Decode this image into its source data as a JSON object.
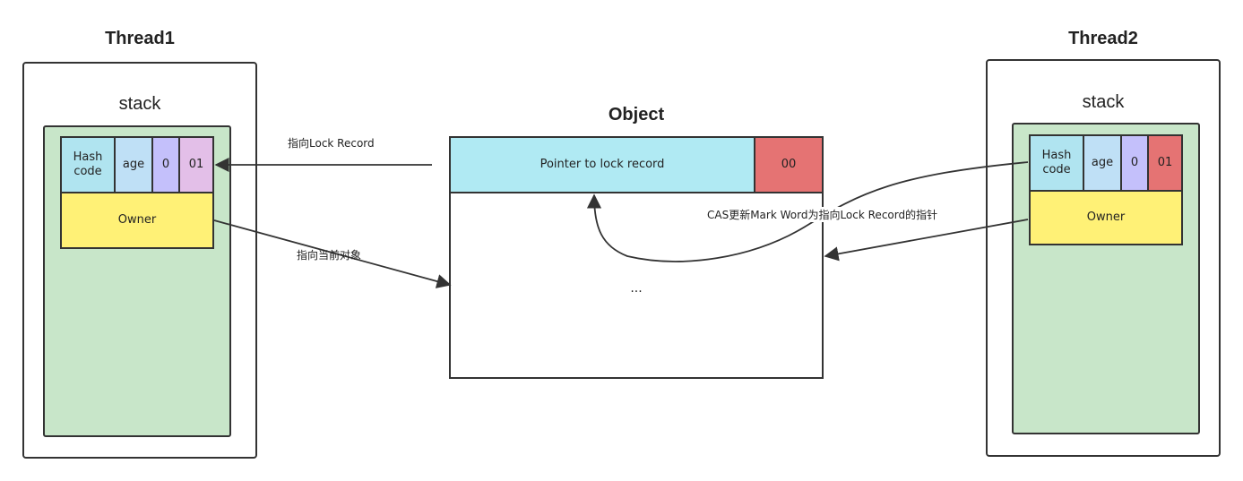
{
  "thread1": {
    "title": "Thread1",
    "stack_label": "stack",
    "hash_line1": "Hash",
    "hash_line2": "code",
    "age": "age",
    "bit0": "0",
    "bits": "01",
    "owner": "Owner",
    "colors": {
      "hash": "#b0e4f0",
      "age": "#bfe0f6",
      "bit0": "#c4c0fb",
      "bits": "#e3bfe8",
      "owner": "#fff176",
      "stack": "#c8e6c9"
    }
  },
  "thread2": {
    "title": "Thread2",
    "stack_label": "stack",
    "hash_line1": "Hash",
    "hash_line2": "code",
    "age": "age",
    "bit0": "0",
    "bits": "01",
    "owner": "Owner",
    "colors": {
      "hash": "#b0e4f0",
      "age": "#bfe0f6",
      "bit0": "#c4c0fb",
      "bits": "#e57373",
      "owner": "#fff176",
      "stack": "#c8e6c9"
    }
  },
  "object": {
    "title": "Object",
    "mark_word": "Pointer to lock record",
    "lock_bits": "00",
    "body": "...",
    "colors": {
      "mark": "#b0eaf3",
      "lock": "#e57373"
    }
  },
  "edges": {
    "to_lock_record": "指向Lock Record",
    "to_current_object": "指向当前对象",
    "cas_update": "CAS更新Mark Word为指向Lock Record的指针"
  }
}
